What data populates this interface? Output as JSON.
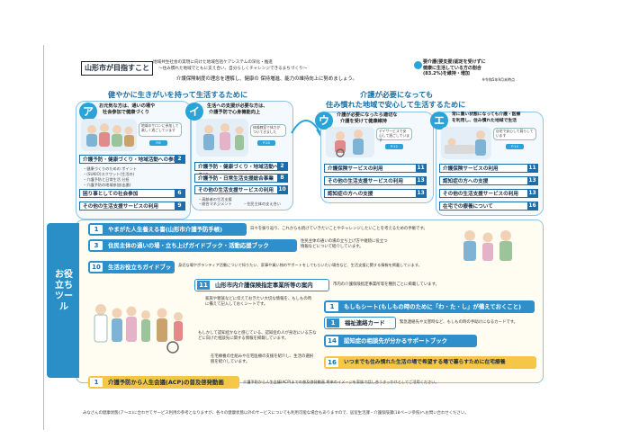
{
  "title": "山形市が目指すこと",
  "lead_line1": "地域共生社会の実現に向けた地域包括ケアシステムの深化・推進",
  "lead_line2": "～住み慣れた地域でともに支え合い、自分らしくチャレンジできるまちづくり～",
  "lead_line3": "介護保険制度の理念を理解し、健康の 保持増進、能力の維持向上に努めましょう。",
  "callout": {
    "line1": "要介護(要支援)認定を受けずに",
    "line2": "健康に生活している方の割合",
    "line3": "(83.2%)を維持・増加",
    "line4": "※令和5年9月末時点"
  },
  "section_left": {
    "heading": "健やかに生きがいを持って生活するために",
    "a": {
      "letter": "ア",
      "subtitle_1": "お元気な方は、通いの場や",
      "subtitle_2": "社会参加で健康づくり",
      "badge": "P.8",
      "bubble": "地域のサロンに参加して楽しく過ごしています",
      "rows": [
        {
          "label": "介護予防・健康づくり・地域活動への参加",
          "num": "2"
        },
        {
          "label": "困り事としての社会参加",
          "num": "6"
        },
        {
          "label": "その他の生活支援サービスの利用",
          "num": "9"
        }
      ],
      "notes": [
        "・健康づくりのための ポイント",
        "・(SUKIO)スクワット(生活の)",
        "・介護予防と日常生活 分担",
        "・介護予防の地域参加(出番)"
      ]
    },
    "i": {
      "letter": "イ",
      "subtitle_1": "生活への支援が必要な方は、",
      "subtitle_2": "介護予防で心身機能向上",
      "badge": "P.10",
      "bubble": "体操教室で体力がついてきました",
      "rows": [
        {
          "label": "介護予防・健康づくり・地域活動への参加",
          "num": "2"
        },
        {
          "label": "介護予防・日常生活支援総合事業",
          "num": "8"
        },
        {
          "label": "その他の生活支援サービスの利用",
          "num": "10"
        }
      ],
      "notes": [
        "・高齢者の生活支援",
        "・総合マネジメント",
        "・住民主体の支え合い"
      ]
    }
  },
  "section_right": {
    "heading_1": "介護が必要になっても",
    "heading_2": "住み慣れた地域で安心して生活するために",
    "u": {
      "letter": "ウ",
      "subtitle_1": "介護が必要になったら適切な",
      "subtitle_2": "介護を受けて健康維持",
      "badge": "P.12",
      "bubble": "デイサービスで安心して過ごしています",
      "rows": [
        {
          "label": "介護保険サービスの利用",
          "num": "11"
        },
        {
          "label": "その他の生活支援サービスの利用",
          "num": "13"
        },
        {
          "label": "認知症の方への支援",
          "num": "13"
        }
      ]
    },
    "e": {
      "letter": "エ",
      "subtitle_1": "常に重い状態になっても介護・医療",
      "subtitle_2": "を利用し、住み慣れた地域で生活",
      "badge": "P.14",
      "bubble": "自宅で安心して暮らしています",
      "rows": [
        {
          "label": "介護保険サービスの利用",
          "num": "11"
        },
        {
          "label": "認知症の方への支援",
          "num": "13"
        },
        {
          "label": "その他の生活支援サービスの利用",
          "num": "13"
        },
        {
          "label": "在宅での療養について",
          "num": "16"
        }
      ]
    }
  },
  "side_label": "お役立ちツール",
  "tools": [
    {
      "num": "1",
      "label": "やまがた人生養える書(山形市介護予防手帳)",
      "desc": "日々を振り返り、これからも続けていきたいことやチャレンジしたいことを考えるための手帳です。"
    },
    {
      "num": "3",
      "label": "住民主体の通いの場・立ち上げガイドブック・活動応援ブック",
      "desc": "住民主体の通いの場の立ち上げ方や継続に役立つ情報などについて紹介しています。"
    },
    {
      "num": "10",
      "label": "生活お役立ちガイドブック",
      "desc": "身近な場やボランティア活動について知りたい、家事や買い物のサポートをしてもらいたい場合など、生活支援に関する情報を掲載しています。"
    },
    {
      "num": "11",
      "label": "山形市内介護保険指定事業所等の案内",
      "desc": "市内の介護保険指定事業所等を種別ごとに掲載しています。"
    },
    {
      "num": "1",
      "label": "もしもシート(もしもの時のために「わ・た・し」が備えておくこと)",
      "desc": "家族や親族などに伝えておきたい大切な情報を、もしもの時に備えて記入しておくシートです。"
    },
    {
      "num": "1",
      "label": "福祉連絡カード",
      "desc": "緊急連絡先や災害時など、もしもの時の手助けになるカードです。"
    },
    {
      "num": "14",
      "label": "認知症の相談先が分かるサポートブック",
      "desc": "もしかして認知症かなと感じている、認知症の人が身近にいる方などに向けた相談先に関する情報を掲載しています。"
    },
    {
      "num": "16",
      "label": "いつまでも住み慣れた生活の場で希望する場で暮らすために在宅療養",
      "desc": "在宅療養の仕組みや在宅医療の支援を紹介し、生活の選択肢を紹介しています。"
    },
    {
      "num": "1",
      "label": "介護予防から人生会議(ACP)の普及啓発動画",
      "desc": "介護予防から人生会議(ACP)までの普及啓発動画 将来のイメージを家族で話し合うきっかけとしてご活用ください。"
    }
  ],
  "footer": "みなさんの健康状態(ア～エ)に合わせてサービス利用の参考となりますが、各々の健康状態以外のサービスについても利用可能な場合もありますので、居室生活課・介護保険課(18ページ参照)へお問い合わせください。",
  "colors": {
    "accent": "#2aa4d8",
    "navy": "#1d6ea8",
    "yellow": "#f5c648"
  }
}
